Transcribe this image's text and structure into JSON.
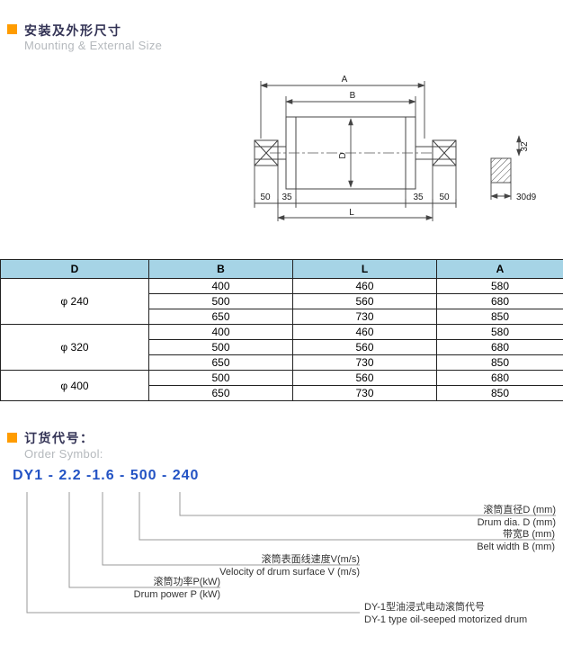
{
  "colors": {
    "accent_orange": "#ff9c00",
    "title_navy": "#333355",
    "subtitle_gray": "#b5b9bd",
    "table_header_bg": "#a6d4e6",
    "code_blue": "#2353c4"
  },
  "sections": {
    "mounting": {
      "title_zh": "安装及外形尺寸",
      "title_en": "Mounting & External Size"
    },
    "order": {
      "title_zh": "订货代号：",
      "title_en": "Order Symbol:",
      "code": "DY1 - 2.2 -1.6 - 500 - 240"
    }
  },
  "drawing": {
    "dims": {
      "A": "A",
      "B": "B",
      "D": "D",
      "L": "L",
      "left_50": "50",
      "left_35": "35",
      "right_35": "35",
      "right_50": "50",
      "shaft_32": "32",
      "shaft_30d9": "30d9"
    }
  },
  "table": {
    "headers": [
      "D",
      "B",
      "L",
      "A"
    ],
    "groups": [
      {
        "d": "φ 240",
        "rows": [
          [
            "400",
            "460",
            "580"
          ],
          [
            "500",
            "560",
            "680"
          ],
          [
            "650",
            "730",
            "850"
          ]
        ]
      },
      {
        "d": "φ 320",
        "rows": [
          [
            "400",
            "460",
            "580"
          ],
          [
            "500",
            "560",
            "680"
          ],
          [
            "650",
            "730",
            "850"
          ]
        ]
      },
      {
        "d": "φ 400",
        "rows": [
          [
            "500",
            "560",
            "680"
          ],
          [
            "650",
            "730",
            "850"
          ]
        ]
      }
    ]
  },
  "callouts": [
    {
      "zh": "滚筒直径D (mm)",
      "en": "Drum dia. D (mm)"
    },
    {
      "zh": "带宽B (mm)",
      "en": "Belt width B (mm)"
    },
    {
      "zh": "滚筒表面线速度V(m/s)",
      "en": "Velocity of drum surface V (m/s)"
    },
    {
      "zh": "滚筒功率P(kW)",
      "en": "Drum power P (kW)"
    },
    {
      "zh": "DY-1型油浸式电动滚筒代号",
      "en": "DY-1 type oil-seeped motorized drum"
    }
  ]
}
